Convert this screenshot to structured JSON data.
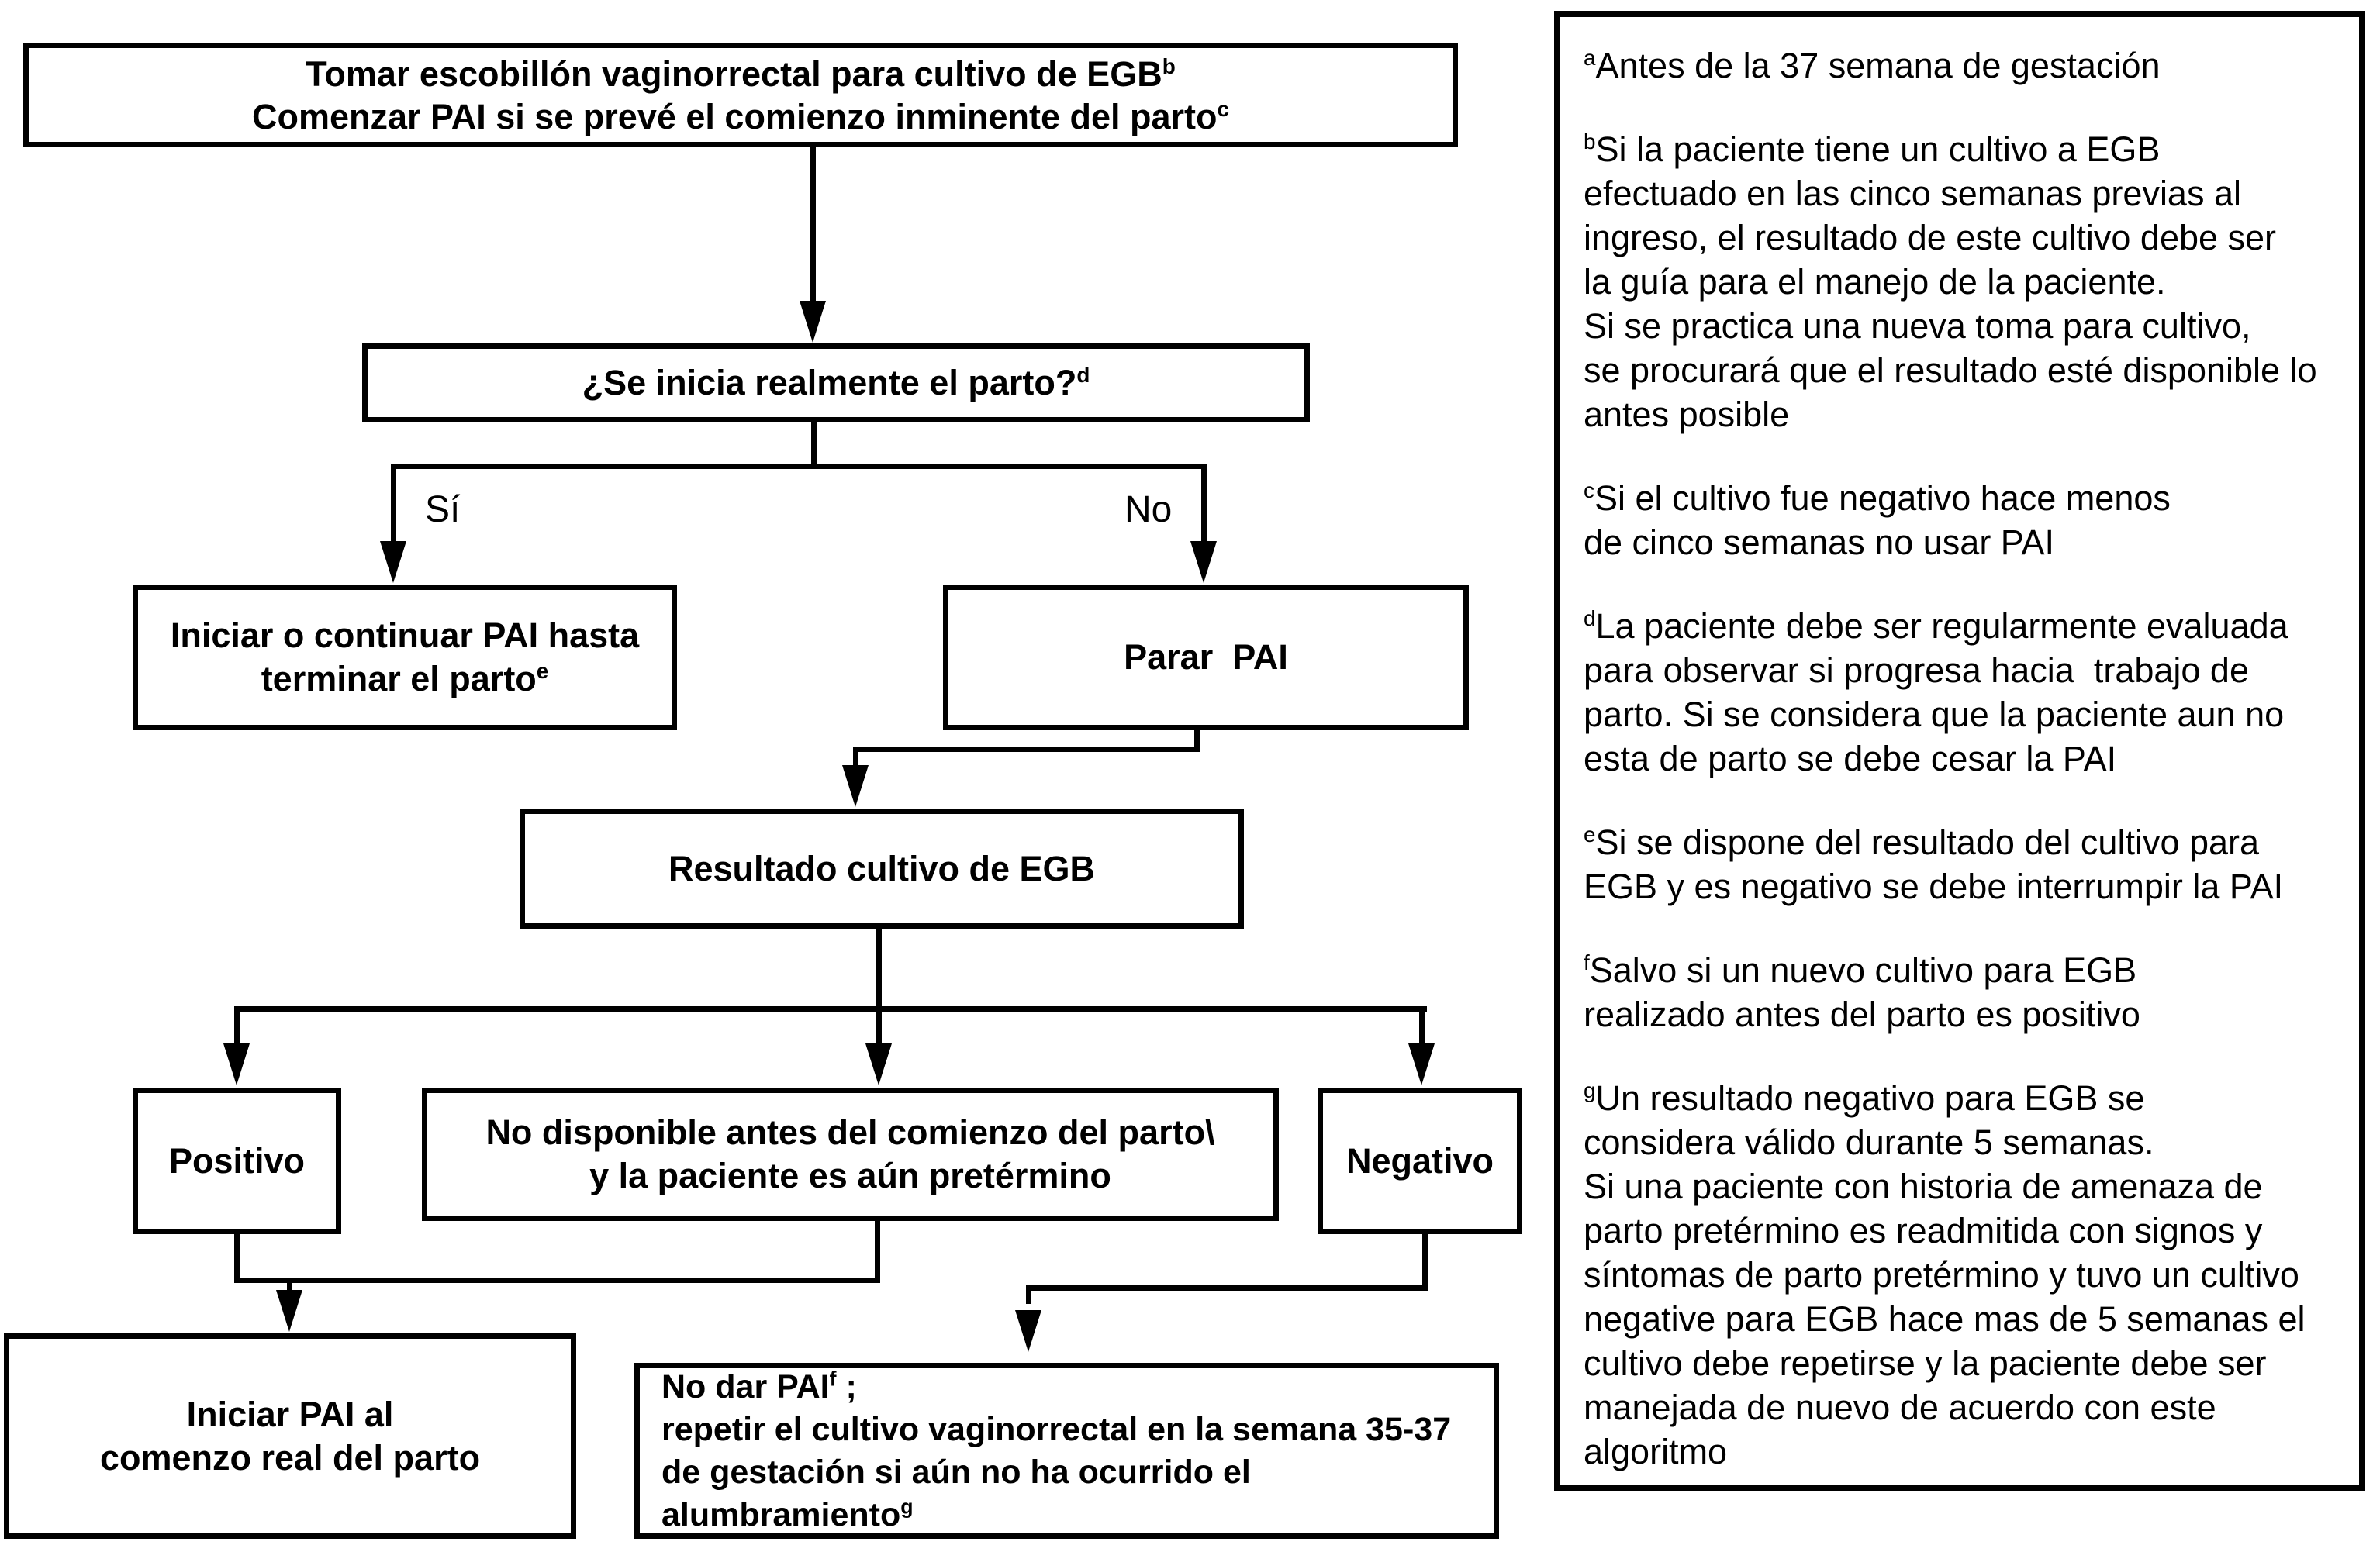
{
  "flowchart": {
    "nodes": {
      "start": {
        "line1": "Tomar escobillón vaginorrectal para cultivo de EGB",
        "sup1": "b",
        "line2": "Comenzar PAI si se prevé el comienzo inminente del parto",
        "sup2": "c"
      },
      "question": {
        "text": "¿Se inicia realmente el parto?",
        "sup": "d"
      },
      "iniciar_continuar": {
        "line1": "Iniciar o continuar PAI hasta",
        "line2": "terminar el parto",
        "sup": "e"
      },
      "parar": {
        "text": "Parar  PAI"
      },
      "resultado": {
        "text": "Resultado cultivo de EGB"
      },
      "positivo": {
        "text": "Positivo"
      },
      "no_disponible": {
        "line1": "No disponible antes del comienzo del parto\\",
        "line2": "y la paciente es aún pretérmino"
      },
      "negativo": {
        "text": "Negativo"
      },
      "iniciar_real": {
        "line1": "Iniciar PAI al",
        "line2": "comenzo real del parto"
      },
      "no_dar": {
        "line1_pre": "No dar PAI",
        "line1_sup": "f",
        "line1_post": " ;",
        "line2": "repetir el cultivo vaginorrectal en la semana 35-37",
        "line3": "de gestación si aún no ha ocurrido el",
        "line4_pre": "alumbramiento",
        "line4_sup": "g"
      }
    },
    "labels": {
      "yes": "Sí",
      "no": "No"
    }
  },
  "sidebar": {
    "notes": [
      {
        "sup": "a",
        "text": "Antes de la 37 semana de gestación"
      },
      {
        "sup": "b",
        "text": "Si la paciente tiene un cultivo a EGB\nefectuado en las cinco semanas previas al\ningreso, el resultado de este cultivo debe ser\nla guía para el manejo de la paciente.\nSi se practica una nueva toma para cultivo,\nse procurará que el resultado esté disponible lo\nantes posible"
      },
      {
        "sup": "c",
        "text": "Si el cultivo fue negativo hace menos\nde cinco semanas no usar PAI"
      },
      {
        "sup": "d",
        "text": "La paciente debe ser regularmente evaluada\npara observar si progresa hacia  trabajo de\nparto. Si se considera que la paciente aun no\nesta de parto se debe cesar la PAI"
      },
      {
        "sup": "e",
        "text": "Si se dispone del resultado del cultivo para\nEGB y es negativo se debe interrumpir la PAI"
      },
      {
        "sup": "f",
        "text": "Salvo si un nuevo cultivo para EGB\nrealizado antes del parto es positivo"
      },
      {
        "sup": "g",
        "text": "Un resultado negativo para EGB se\nconsidera válido durante 5 semanas.\nSi una paciente con historia de amenaza de\nparto pretérmino es readmitida con signos y\nsíntomas de parto pretérmino y tuvo un cultivo\nnegative para EGB hace mas de 5 semanas el\ncultivo debe repetirse y la paciente debe ser\nmanejada de nuevo de acuerdo con este\nalgoritmo"
      }
    ]
  },
  "colors": {
    "ink": "#000000",
    "background": "#ffffff"
  }
}
